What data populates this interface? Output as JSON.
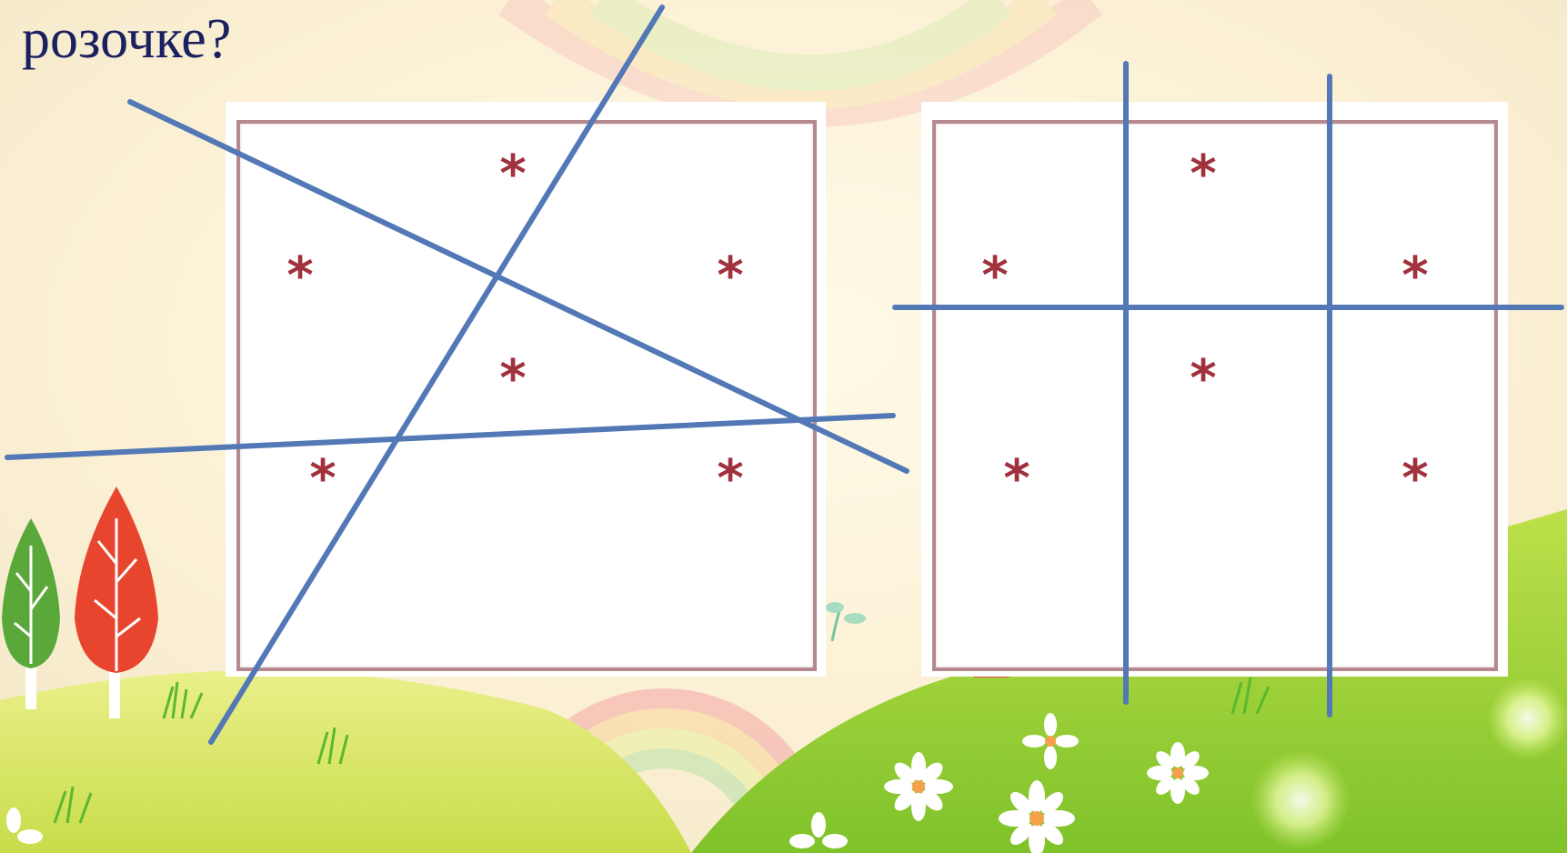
{
  "slide": {
    "title": "розочке?"
  },
  "puzzle_left": {
    "flower_icon": "flower-icon",
    "flower_glyph": "*",
    "flower_count": 6
  },
  "puzzle_right": {
    "flower_icon": "flower-icon",
    "flower_glyph": "*",
    "flower_count": 6
  },
  "colors": {
    "cut_line": "#5278b6",
    "frame": "#b58a8f",
    "flower": "#a0313d",
    "title": "#1a2060"
  }
}
